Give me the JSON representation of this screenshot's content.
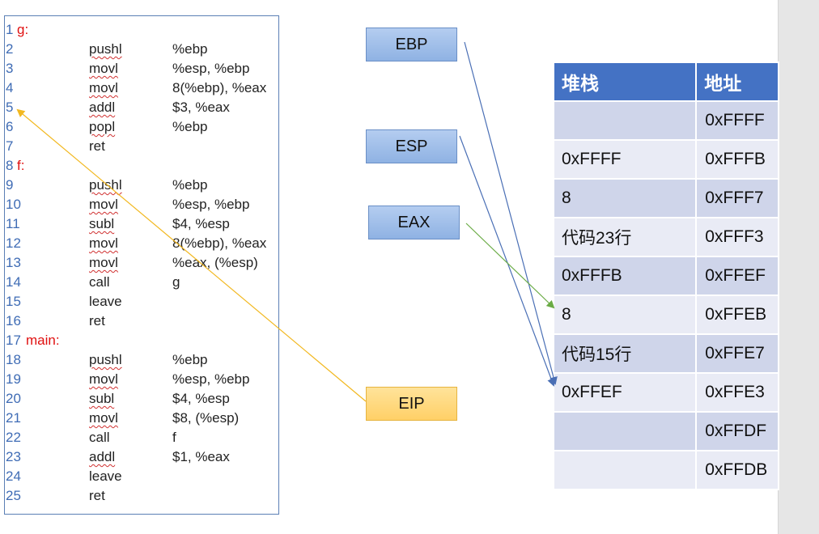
{
  "code_lines": [
    {
      "num": "1",
      "label": "g:",
      "op": "",
      "arg": ""
    },
    {
      "num": "2",
      "label": "",
      "op": "pushl",
      "arg": "%ebp",
      "sq_op": true
    },
    {
      "num": "3",
      "label": "",
      "op": "movl",
      "arg": "%esp, %ebp",
      "sq_op": true
    },
    {
      "num": "4",
      "label": "",
      "op": "movl",
      "arg": "8(%ebp), %eax",
      "sq_op": true
    },
    {
      "num": "5",
      "label": "",
      "op": "addl",
      "arg": "$3, %eax",
      "sq_op": true
    },
    {
      "num": "6",
      "label": "",
      "op": "popl",
      "arg": "%ebp",
      "sq_op": true
    },
    {
      "num": "7",
      "label": "",
      "op": "ret",
      "arg": ""
    },
    {
      "num": "8",
      "label": "f:",
      "op": "",
      "arg": ""
    },
    {
      "num": "9",
      "label": "",
      "op": "pushl",
      "arg": "%ebp",
      "sq_op": true
    },
    {
      "num": "10",
      "label": "",
      "op": "movl",
      "arg": "%esp, %ebp",
      "sq_op": true
    },
    {
      "num": "11",
      "label": "",
      "op": "subl",
      "arg": "$4, %esp",
      "sq_op": true
    },
    {
      "num": "12",
      "label": "",
      "op": "movl",
      "arg": "8(%ebp), %eax",
      "sq_op": true
    },
    {
      "num": "13",
      "label": "",
      "op": "movl",
      "arg": "%eax, (%esp)",
      "sq_op": true
    },
    {
      "num": "14",
      "label": "",
      "op": "call",
      "arg": "g"
    },
    {
      "num": "15",
      "label": "",
      "op": "leave",
      "arg": ""
    },
    {
      "num": "16",
      "label": "",
      "op": "ret",
      "arg": ""
    },
    {
      "num": "17",
      "label": "main:",
      "op": "",
      "arg": ""
    },
    {
      "num": "18",
      "label": "",
      "op": "pushl",
      "arg": "%ebp",
      "sq_op": true
    },
    {
      "num": "19",
      "label": "",
      "op": "movl",
      "arg": "%esp, %ebp",
      "sq_op": true
    },
    {
      "num": "20",
      "label": "",
      "op": "subl",
      "arg": "$4, %esp",
      "sq_op": true
    },
    {
      "num": "21",
      "label": "",
      "op": "movl",
      "arg": "$8, (%esp)",
      "sq_op": true
    },
    {
      "num": "22",
      "label": "",
      "op": "call",
      "arg": "f"
    },
    {
      "num": "23",
      "label": "",
      "op": "addl",
      "arg": "$1, %eax",
      "sq_op": true
    },
    {
      "num": "24",
      "label": "",
      "op": "leave",
      "arg": ""
    },
    {
      "num": "25",
      "label": "",
      "op": "ret",
      "arg": ""
    }
  ],
  "registers": {
    "ebp": "EBP",
    "esp": "ESP",
    "eax": "EAX",
    "eip": "EIP"
  },
  "stack": {
    "header_value": "堆栈",
    "header_addr": "地址",
    "rows": [
      {
        "value": "",
        "addr": "0xFFFF"
      },
      {
        "value": "0xFFFF",
        "addr": "0xFFFB"
      },
      {
        "value": "8",
        "addr": "0xFFF7"
      },
      {
        "value": "代码23行",
        "addr": "0xFFF3"
      },
      {
        "value": "0xFFFB",
        "addr": "0xFFEF"
      },
      {
        "value": "8",
        "addr": "0xFFEB"
      },
      {
        "value": "代码15行",
        "addr": "0xFFE7"
      },
      {
        "value": "0xFFEF",
        "addr": "0xFFE3"
      },
      {
        "value": "",
        "addr": "0xFFDF"
      },
      {
        "value": "",
        "addr": "0xFFDB"
      }
    ]
  },
  "colors": {
    "ebp_arrow": "#4a6fb5",
    "esp_arrow": "#4a6fb5",
    "eax_arrow": "#6aab45",
    "eip_arrow": "#f2b820",
    "header_bg": "#4472c4"
  }
}
